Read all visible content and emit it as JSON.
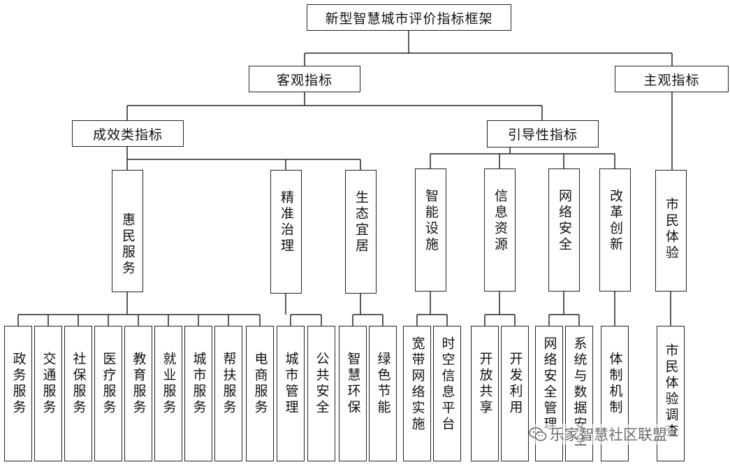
{
  "root": "新型智慧城市评价指标框架",
  "level1": {
    "objective": "客观指标",
    "subjective": "主观指标"
  },
  "level2": {
    "effect": "成效类指标",
    "guide": "引导性指标"
  },
  "level3": {
    "huimin": "惠民服务",
    "jingzhun": "精准治理",
    "shengtai": "生态宜居",
    "zhineng": "智能设施",
    "xinxi": "信息资源",
    "wangluo": "网络安全",
    "gaige": "改革创新",
    "shimin": "市民体验"
  },
  "leaves": {
    "zhengwu": "政务服务",
    "jiaotong": "交通服务",
    "shebao": "社保服务",
    "yiliao": "医疗服务",
    "jiaoyu": "教育服务",
    "jiuye": "就业服务",
    "chengshi_fw": "城市服务",
    "bangfu": "帮扶服务",
    "dianshang": "电商服务",
    "chengshi_gl": "城市管理",
    "gonggong": "公共安全",
    "huanbao": "智慧环保",
    "lvse": "绿色节能",
    "kuandai": "宽带网络实施",
    "shikong": "时空信息平台",
    "kaifang": "开放共享",
    "kaifa": "开发利用",
    "wangluo_gl": "网络安全管理",
    "xitong": "系统与数据安全",
    "tizhi": "体制机制",
    "diaocha": "市民体验调查"
  },
  "watermark": "乐家智慧社区联盟",
  "colors": {
    "line": "#222222",
    "box_border": "#222222",
    "watermark": "#6b6b6b"
  }
}
